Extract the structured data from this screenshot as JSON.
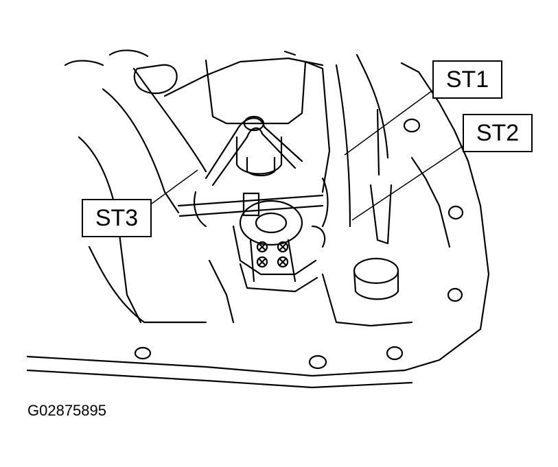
{
  "callouts": {
    "st1": "ST1",
    "st2": "ST2",
    "st3": "ST3"
  },
  "figure_id": "G02875895",
  "colors": {
    "line": "#000000",
    "background": "#ffffff"
  }
}
